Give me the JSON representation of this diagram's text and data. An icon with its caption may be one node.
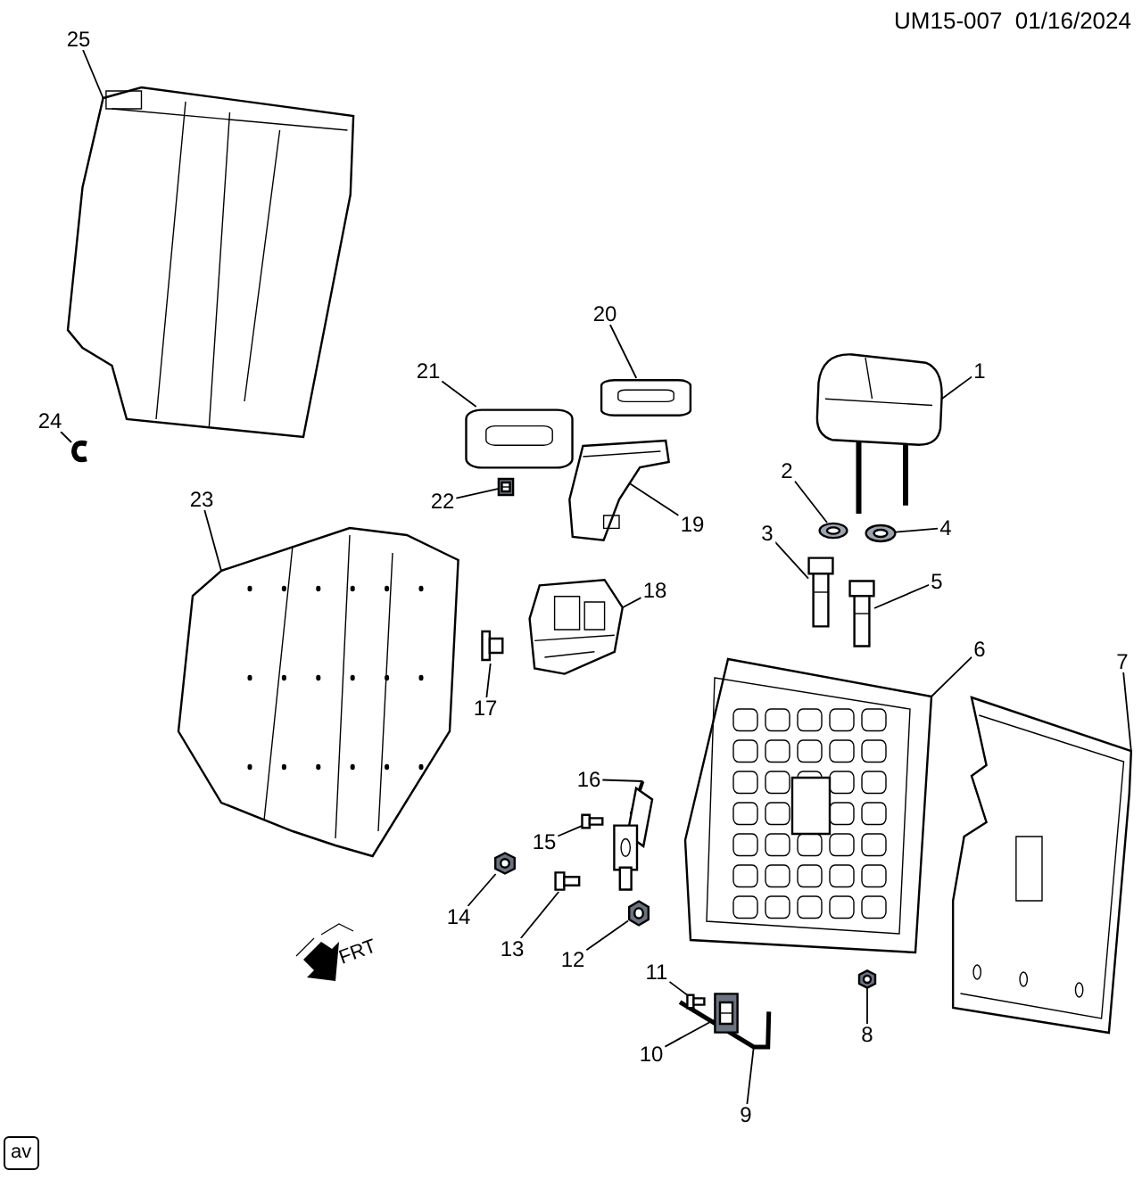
{
  "diagram": {
    "nodes": [
      {
        "text": [
          "1"
        ]
      },
      {
        "text": [
          "2"
        ]
      },
      {
        "text": [
          "3"
        ]
      },
      {
        "text": [
          "4"
        ]
      },
      {
        "text": [
          "5"
        ]
      },
      {
        "text": [
          "6"
        ]
      },
      {
        "text": [
          "7"
        ]
      },
      {
        "text": [
          "8"
        ]
      },
      {
        "text": [
          "9"
        ]
      },
      {
        "text": [
          "10"
        ]
      },
      {
        "text": [
          "11"
        ]
      },
      {
        "text": [
          "12"
        ]
      },
      {
        "text": [
          "13"
        ]
      },
      {
        "text": [
          "14"
        ]
      },
      {
        "text": [
          "15"
        ]
      },
      {
        "text": [
          "16"
        ]
      },
      {
        "text": [
          "17"
        ]
      },
      {
        "text": [
          "18"
        ]
      },
      {
        "text": [
          "19"
        ]
      },
      {
        "text": [
          "20"
        ]
      },
      {
        "text": [
          "21"
        ]
      },
      {
        "text": [
          "22"
        ]
      },
      {
        "text": [
          "23"
        ]
      },
      {
        "text": [
          "24"
        ]
      },
      {
        "text": [
          "25"
        ]
      },
      {
        "text": [],
        "shape": "picture"
      },
      {
        "text": [],
        "shape": "picture"
      },
      {
        "text": [],
        "shape": "picture"
      },
      {
        "text": [],
        "shape": "picture"
      },
      {
        "text": [],
        "shape": "picture"
      },
      {
        "text": [],
        "shape": "picture"
      },
      {
        "text": [],
        "shape": "picture"
      },
      {
        "text": [],
        "shape": "picture"
      },
      {
        "text": [],
        "shape": "picture"
      },
      {
        "text": [],
        "shape": "picture"
      },
      {
        "text": [],
        "shape": "picture"
      },
      {
        "text": [],
        "shape": "picture"
      },
      {
        "text": [],
        "shape": "picture"
      },
      {
        "text": [],
        "shape": "picture"
      },
      {
        "text": [],
        "shape": "picture"
      },
      {
        "text": [],
        "shape": "picture"
      },
      {
        "text": [],
        "shape": "picture"
      },
      {
        "text": [],
        "shape": "picture"
      },
      {
        "text": [],
        "shape": "picture"
      },
      {
        "text": [],
        "shape": "picture"
      },
      {
        "text": [],
        "shape": "picture"
      },
      {
        "text": [],
        "shape": "picture"
      },
      {
        "text": [],
        "shape": "picture"
      },
      {
        "text": [],
        "shape": "picture"
      },
      {
        "text": [],
        "shape": "picture"
      }
    ],
    "edges": [
      {
        "from": 0,
        "to": 25,
        "arrow": "none"
      },
      {
        "from": 1,
        "to": 26,
        "arrow": "none"
      },
      {
        "from": 2,
        "to": 27,
        "arrow": "none"
      },
      {
        "from": 3,
        "to": 28,
        "arrow": "none"
      },
      {
        "from": 4,
        "to": 29,
        "arrow": "none"
      },
      {
        "from": 5,
        "to": 30,
        "arrow": "none"
      },
      {
        "from": 6,
        "to": 31,
        "arrow": "none"
      },
      {
        "from": 7,
        "to": 32,
        "arrow": "none"
      },
      {
        "from": 8,
        "to": 33,
        "arrow": "none"
      },
      {
        "from": 9,
        "to": 34,
        "arrow": "none"
      },
      {
        "from": 10,
        "to": 35,
        "arrow": "none"
      },
      {
        "from": 11,
        "to": 36,
        "arrow": "none"
      },
      {
        "from": 12,
        "to": 37,
        "arrow": "none"
      },
      {
        "from": 13,
        "to": 38,
        "arrow": "none"
      },
      {
        "from": 14,
        "to": 39,
        "arrow": "none"
      },
      {
        "from": 15,
        "to": 40,
        "arrow": "none"
      },
      {
        "from": 16,
        "to": 41,
        "arrow": "none"
      },
      {
        "from": 17,
        "to": 42,
        "arrow": "none"
      },
      {
        "from": 18,
        "to": 43,
        "arrow": "none"
      },
      {
        "from": 19,
        "to": 44,
        "arrow": "none"
      },
      {
        "from": 20,
        "to": 45,
        "arrow": "none"
      },
      {
        "from": 21,
        "to": 46,
        "arrow": "none"
      },
      {
        "from": 22,
        "to": 47,
        "arrow": "none"
      },
      {
        "from": 23,
        "to": 48,
        "arrow": "none"
      },
      {
        "from": 24,
        "to": 49,
        "arrow": "none"
      }
    ],
    "labels": [
      "UM15-007  01/16/2024",
      "FRT",
      "av"
    ]
  }
}
